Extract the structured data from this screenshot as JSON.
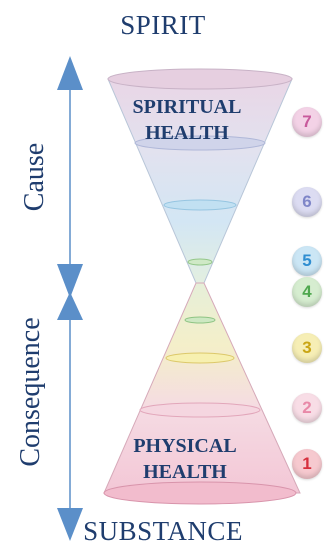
{
  "diagram": {
    "top_label": "SPIRIT",
    "bottom_label": "SUBSTANCE",
    "cause_label": "Cause",
    "consequence_label": "Consequence",
    "spiritual_health": [
      "SPIRITUAL",
      "HEALTH"
    ],
    "physical_health": [
      "PHYSICAL",
      "HEALTH"
    ],
    "levels": [
      {
        "number": "7",
        "color": "#c85a9c",
        "bg": "#f3d2e6"
      },
      {
        "number": "6",
        "color": "#7f86c8",
        "bg": "#dcdcf2"
      },
      {
        "number": "5",
        "color": "#2f8ed1",
        "bg": "#cbe6f5"
      },
      {
        "number": "4",
        "color": "#4fa84f",
        "bg": "#d6edd0"
      },
      {
        "number": "3",
        "color": "#c9a514",
        "bg": "#f6eeb5"
      },
      {
        "number": "2",
        "color": "#e889a8",
        "bg": "#f8dde6"
      },
      {
        "number": "1",
        "color": "#d62f3d",
        "bg": "#f6c9cf"
      }
    ],
    "colors": {
      "text": "#1f3d6e",
      "arrow": "#5b8fc9",
      "upper_cone": "#dbe4f0",
      "lower_cone": "#f0c8d6"
    }
  }
}
